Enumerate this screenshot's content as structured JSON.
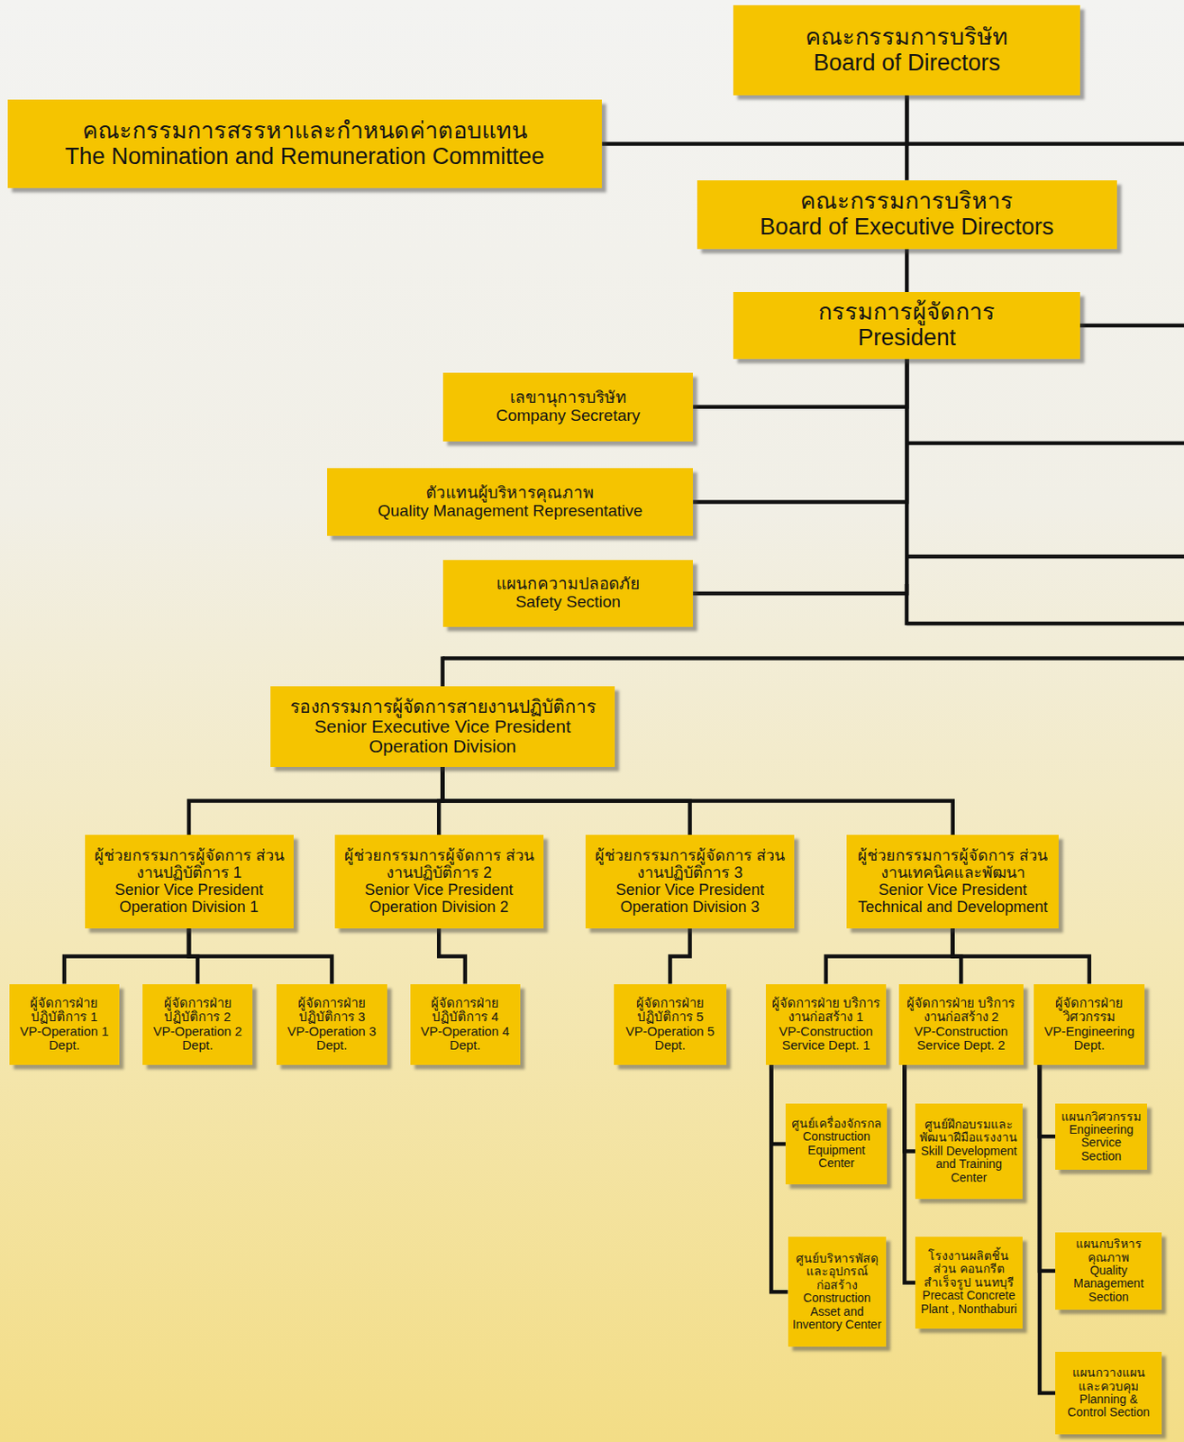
{
  "diagram": {
    "nodes": [
      {
        "text": [
          "คณะกรรมการบริษัท",
          "Board of Directors"
        ]
      },
      {
        "text": [
          "คณะกรรมการสรรหาและกำหนดค่าตอบแทน",
          "The Nomination and Remuneration Committee"
        ]
      },
      {
        "text": [
          "คณะกรรมการบริหาร",
          "Board of Executive Directors"
        ]
      },
      {
        "text": [
          "กรรมการผู้จัดการ",
          "President"
        ]
      },
      {
        "text": [
          "เลขานุการบริษัท",
          "Company Secretary"
        ]
      },
      {
        "text": [
          "ตัวแทนผู้บริหารคุณภาพ",
          "Quality Management Representative"
        ]
      },
      {
        "text": [
          "แผนกความปลอดภัย",
          "Safety Section"
        ]
      },
      {
        "text": [
          "รองกรรมการผู้จัดการสายงานปฏิบัติการ",
          "Senior Executive Vice President Operation Division"
        ]
      },
      {
        "text": [
          "ผู้ช่วยกรรมการผู้จัดการ ส่วนงานปฏิบัติการ 1",
          "Senior Vice President Operation Division 1"
        ]
      },
      {
        "text": [
          "ผู้ช่วยกรรมการผู้จัดการ ส่วนงานปฏิบัติการ 2",
          "Senior Vice President Operation Division 2"
        ]
      },
      {
        "text": [
          "ผู้ช่วยกรรมการผู้จัดการ ส่วนงานปฏิบัติการ 3",
          "Senior Vice President Operation Division 3"
        ]
      },
      {
        "text": [
          "ผู้ช่วยกรรมการผู้จัดการ ส่วนงานเทคนิคและพัฒนา",
          "Senior Vice President Technical and Development"
        ]
      },
      {
        "text": [
          "ผู้จัดการฝ่าย ปฏิบัติการ 1",
          "VP-Operation 1 Dept."
        ]
      },
      {
        "text": [
          "ผู้จัดการฝ่าย ปฏิบัติการ 2",
          "VP-Operation 2 Dept."
        ]
      },
      {
        "text": [
          "ผู้จัดการฝ่าย ปฏิบัติการ 3",
          "VP-Operation 3 Dept."
        ]
      },
      {
        "text": [
          "ผู้จัดการฝ่าย ปฏิบัติการ 4",
          "VP-Operation 4 Dept."
        ]
      },
      {
        "text": [
          "ผู้จัดการฝ่าย ปฏิบัติการ 5",
          "VP-Operation 5 Dept."
        ]
      },
      {
        "text": [
          "ผู้จัดการฝ่าย บริการงานก่อสร้าง 1",
          "VP-Construction Service Dept. 1"
        ]
      },
      {
        "text": [
          "ผู้จัดการฝ่าย บริการงานก่อสร้าง 2",
          "VP-Construction Service Dept. 2"
        ]
      },
      {
        "text": [
          "ผู้จัดการฝ่าย วิศวกรรม",
          "VP-Engineering Dept."
        ]
      },
      {
        "text": [
          "ศูนย์เครื่องจักรกล",
          "Construction Equipment Center"
        ]
      },
      {
        "text": [
          "ศูนย์บริหารพัสดุ และอุปกรณ์ ก่อสร้าง",
          "Construction Asset and Inventory Center"
        ]
      },
      {
        "text": [
          "ศูนย์ฝึกอบรมและ พัฒนาฝีมือแรงงาน",
          "Skill Development and Training Center"
        ]
      },
      {
        "text": [
          "โรงงานผลิตชิ้นส่วน คอนกรีตสำเร็จรูป นนทบุรี",
          "Precast Concrete Plant , Nonthaburi"
        ]
      },
      {
        "text": [
          "แผนกวิศวกรรม",
          "Engineering Service Section"
        ]
      },
      {
        "text": [
          "แผนกบริหารคุณภาพ",
          "Quality Management Section"
        ]
      },
      {
        "text": [
          "แผนกวางแผน และควบคุม",
          "Planning & Control Section"
        ]
      }
    ],
    "edges": [
      {
        "from": 0,
        "to": 1,
        "arrow": "none"
      },
      {
        "from": 0,
        "to": 2,
        "arrow": "none"
      },
      {
        "from": 2,
        "to": 3,
        "arrow": "none"
      },
      {
        "from": 3,
        "to": 4,
        "arrow": "none"
      },
      {
        "from": 3,
        "to": 5,
        "arrow": "none"
      },
      {
        "from": 3,
        "to": 6,
        "arrow": "none"
      },
      {
        "from": 7,
        "to": 8,
        "arrow": "none"
      },
      {
        "from": 7,
        "to": 9,
        "arrow": "none"
      },
      {
        "from": 7,
        "to": 10,
        "arrow": "none"
      },
      {
        "from": 7,
        "to": 11,
        "arrow": "none"
      },
      {
        "from": 8,
        "to": 12,
        "arrow": "none"
      },
      {
        "from": 8,
        "to": 13,
        "arrow": "none"
      },
      {
        "from": 8,
        "to": 14,
        "arrow": "none"
      },
      {
        "from": 9,
        "to": 15,
        "arrow": "none"
      },
      {
        "from": 10,
        "to": 16,
        "arrow": "none"
      },
      {
        "from": 11,
        "to": 17,
        "arrow": "none"
      },
      {
        "from": 11,
        "to": 18,
        "arrow": "none"
      },
      {
        "from": 11,
        "to": 19,
        "arrow": "none"
      },
      {
        "from": 17,
        "to": 20,
        "arrow": "none"
      },
      {
        "from": 17,
        "to": 21,
        "arrow": "none"
      },
      {
        "from": 18,
        "to": 22,
        "arrow": "none"
      },
      {
        "from": 18,
        "to": 23,
        "arrow": "none"
      },
      {
        "from": 19,
        "to": 24,
        "arrow": "none"
      },
      {
        "from": 19,
        "to": 25,
        "arrow": "none"
      },
      {
        "from": 19,
        "to": 26,
        "arrow": "none"
      }
    ]
  }
}
